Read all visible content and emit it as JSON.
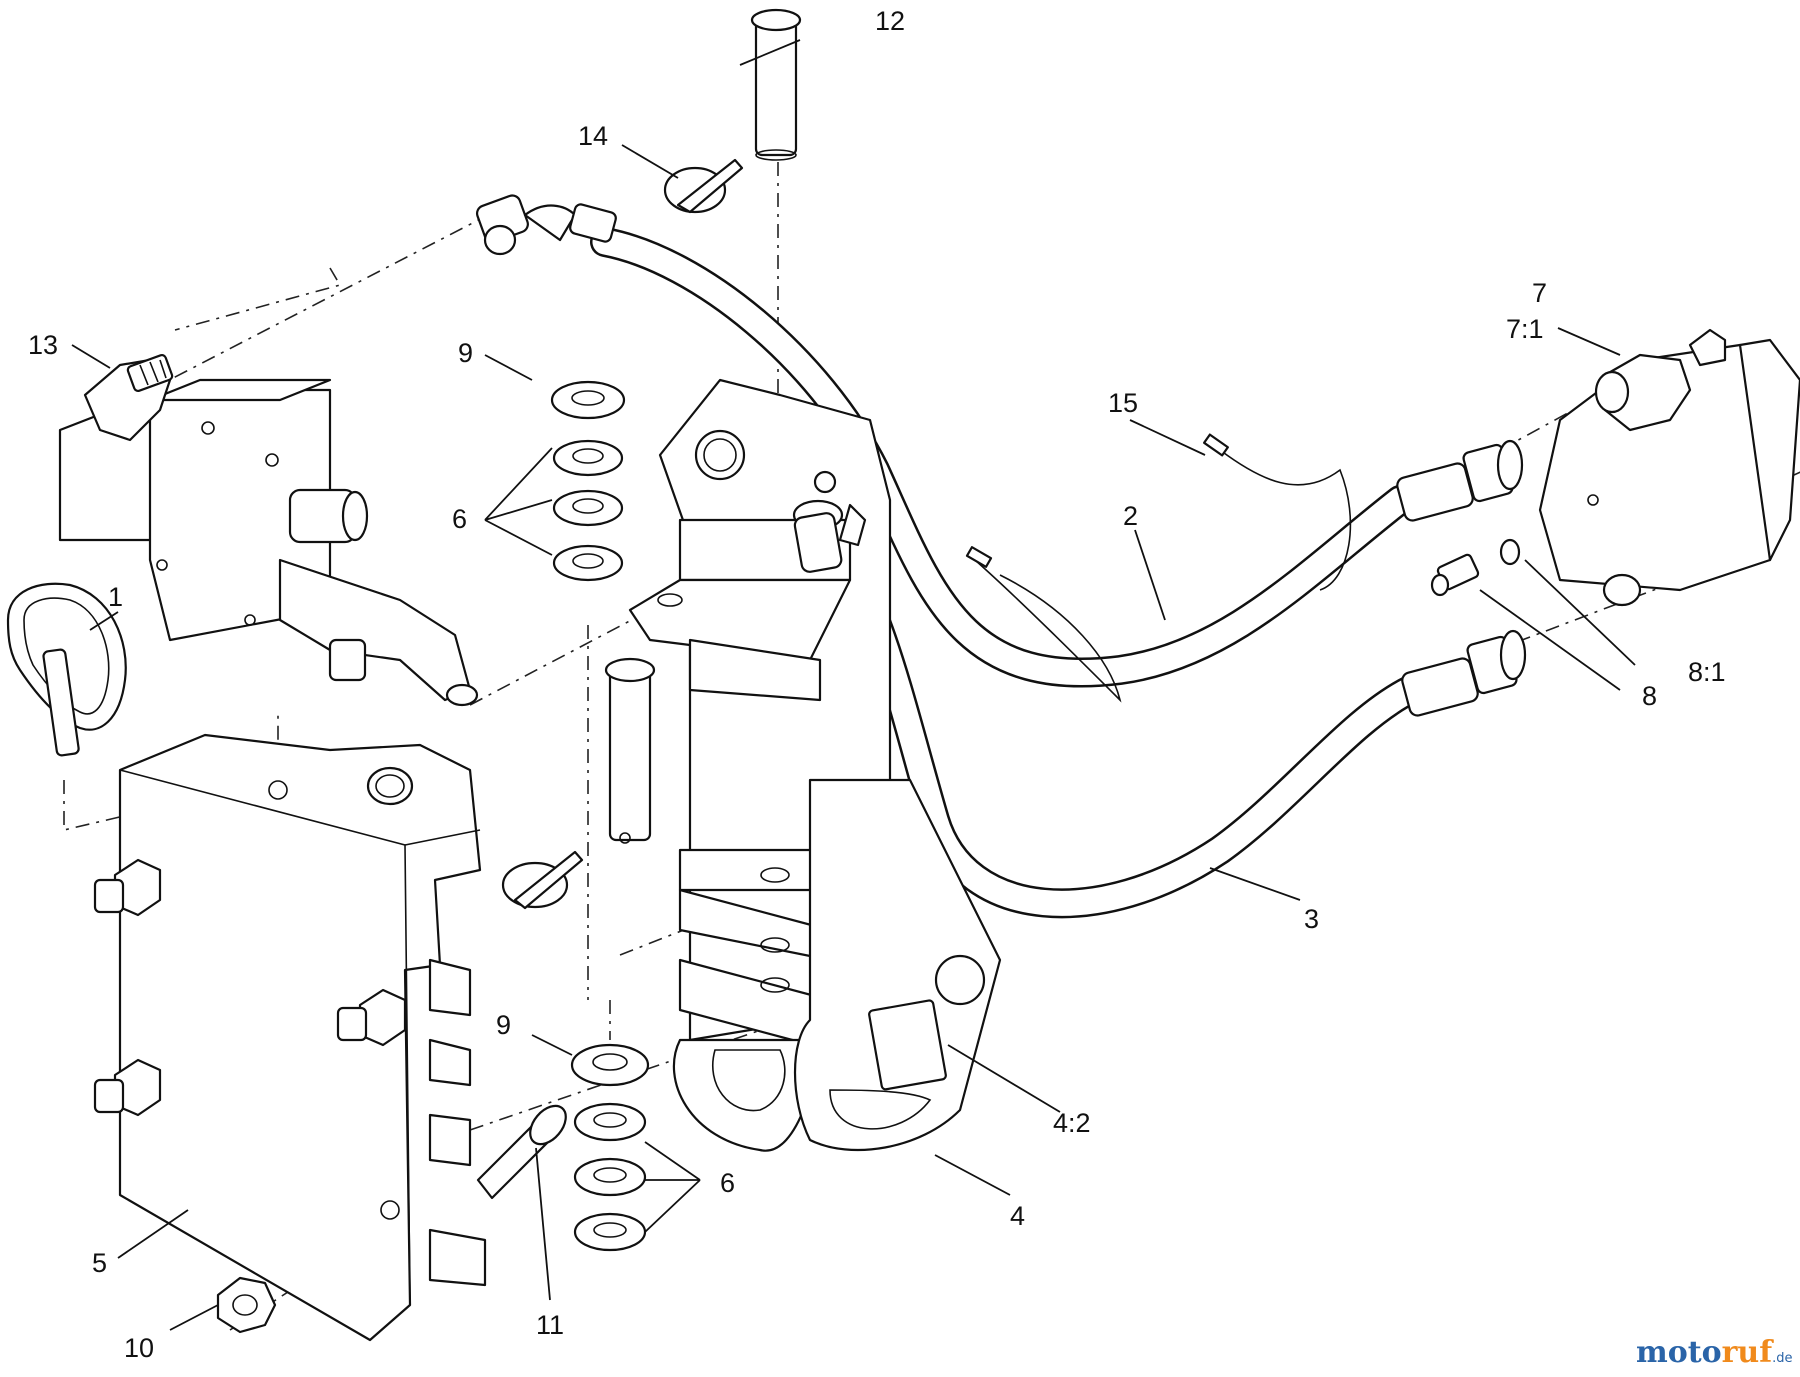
{
  "callouts": {
    "c1": "1",
    "c2": "2",
    "c3": "3",
    "c4": "4",
    "c4_2": "4:2",
    "c5": "5",
    "c6_upper": "6",
    "c6_lower": "6",
    "c7": "7",
    "c7_1": "7:1",
    "c8": "8",
    "c8_1": "8:1",
    "c9_upper": "9",
    "c9_lower": "9",
    "c10": "10",
    "c11": "11",
    "c12": "12",
    "c13": "13",
    "c14": "14",
    "c15": "15"
  },
  "watermark": {
    "brand_blue": "moto",
    "brand_orange": "ruf",
    "suffix": ".de",
    "colors": {
      "blue": "#2a64a8",
      "orange": "#f08a1c"
    }
  }
}
